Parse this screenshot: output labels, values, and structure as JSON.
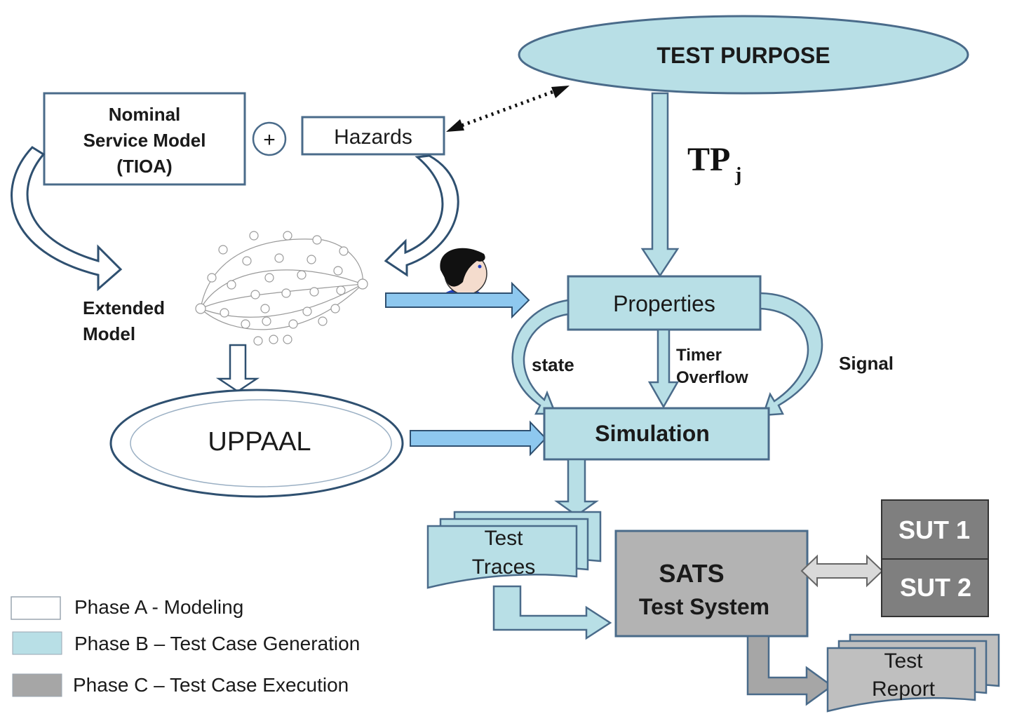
{
  "nodes": {
    "test_purpose": "TEST PURPOSE",
    "nominal_model": [
      "Nominal",
      "Service Model",
      "(TIOA)"
    ],
    "plus": "+",
    "hazards": "Hazards",
    "tp_main": "TP",
    "tp_sub": "j",
    "extended_model": [
      "Extended",
      "Model"
    ],
    "properties": "Properties",
    "uppaal": "UPPAAL",
    "simulation": "Simulation",
    "test_traces": [
      "Test",
      "Traces"
    ],
    "sats": [
      "SATS",
      "Test System"
    ],
    "sut1": "SUT 1",
    "sut2": "SUT 2",
    "test_report": [
      "Test",
      "Report"
    ]
  },
  "edge_labels": {
    "state": "state",
    "timer_overflow": [
      "Timer",
      "Overflow"
    ],
    "signal": "Signal"
  },
  "legend": [
    {
      "label": "Phase A - Modeling",
      "color": "#ffffff"
    },
    {
      "label": "Phase B – Test Case Generation",
      "color": "#b8dfe6"
    },
    {
      "label": "Phase C – Test Case Execution",
      "color": "#a6a6a6"
    }
  ],
  "colors": {
    "phase_b_fill": "#b8dfe6",
    "phase_b_stroke": "#4a6b8a",
    "phase_c_fill": "#b3b3b3",
    "sut_fill": "#7f7f7f",
    "arrow_blue": "#8ec8ef",
    "text_dark": "#1a1a1a"
  }
}
